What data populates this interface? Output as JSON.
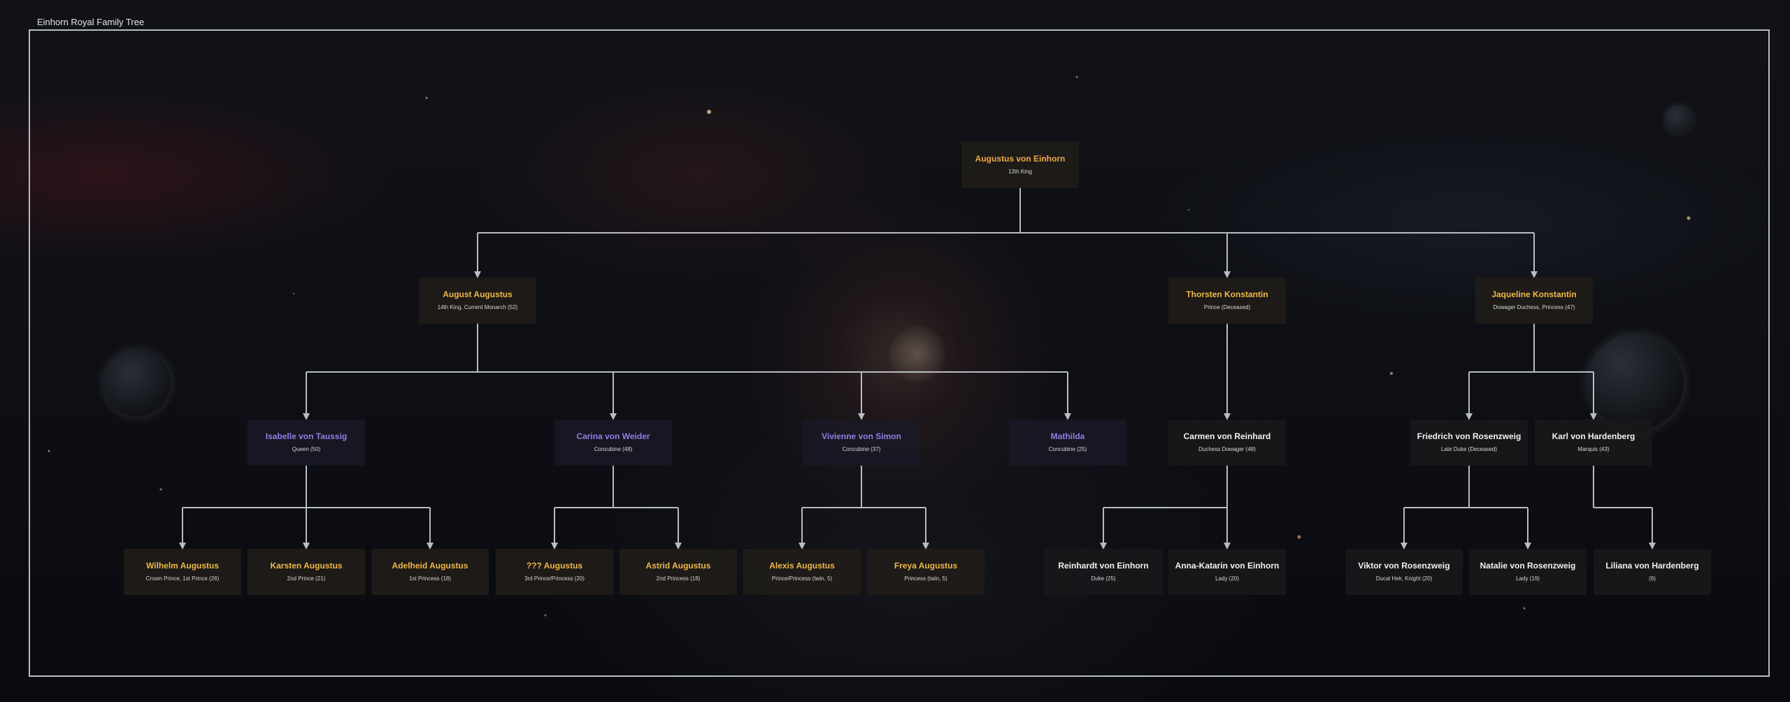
{
  "title": "Einhorn Royal Family Tree",
  "colors": {
    "royal": "#f0b84a",
    "consort": "#8f7fe6",
    "other": "#f2f2f2",
    "connector": "#b9bcc2",
    "frame": "#b9bcc2"
  },
  "nodes": [
    {
      "id": "augustus-von-einhorn",
      "name": "Augustus von Einhorn",
      "title": "13th King",
      "kind": "royal"
    },
    {
      "id": "august-augustus",
      "name": "August Augustus",
      "title": "14th King, Current Monarch (52)",
      "kind": "royal"
    },
    {
      "id": "thorsten-konstantin",
      "name": "Thorsten Konstantin",
      "title": "Prince (Deceased)",
      "kind": "royal"
    },
    {
      "id": "jaqueline-konstantin",
      "name": "Jaqueline Konstantin",
      "title": "Dowager Duchess, Princess (47)",
      "kind": "royal"
    },
    {
      "id": "isabelle-von-taussig",
      "name": "Isabelle von Taussig",
      "title": "Queen (50)",
      "kind": "consort"
    },
    {
      "id": "carina-von-weider",
      "name": "Carina von Weider",
      "title": "Concubine (48)",
      "kind": "consort"
    },
    {
      "id": "vivienne-von-simon",
      "name": "Vivienne von Simon",
      "title": "Concubine (37)",
      "kind": "consort"
    },
    {
      "id": "mathilda",
      "name": "Mathilda",
      "title": "Concubine (25)",
      "kind": "consort"
    },
    {
      "id": "carmen-von-reinhard",
      "name": "Carmen von Reinhard",
      "title": "Duchess Dowager (48)",
      "kind": "other"
    },
    {
      "id": "friedrich-von-rosenzweig",
      "name": "Friedrich von Rosenzweig",
      "title": "Late Duke (Deceased)",
      "kind": "other"
    },
    {
      "id": "karl-von-hardenberg",
      "name": "Karl von Hardenberg",
      "title": "Marquis (43)",
      "kind": "other"
    },
    {
      "id": "wilhelm-augustus",
      "name": "Wilhelm Augustus",
      "title": "Crown Prince, 1st Prince (26)",
      "kind": "royal"
    },
    {
      "id": "karsten-augustus",
      "name": "Karsten Augustus",
      "title": "2nd Prince (21)",
      "kind": "royal"
    },
    {
      "id": "adelheid-augustus",
      "name": "Adelheid Augustus",
      "title": "1st Princess (18)",
      "kind": "royal"
    },
    {
      "id": "unknown-augustus",
      "name": "??? Augustus",
      "title": "3rd Prince/Princess (20)",
      "kind": "royal"
    },
    {
      "id": "astrid-augustus",
      "name": "Astrid Augustus",
      "title": "2nd Princess (18)",
      "kind": "royal"
    },
    {
      "id": "alexis-augustus",
      "name": "Alexis Augustus",
      "title": "Prince/Princess (twin, 5)",
      "kind": "royal"
    },
    {
      "id": "freya-augustus",
      "name": "Freya Augustus",
      "title": "Princess (twin, 5)",
      "kind": "royal"
    },
    {
      "id": "reinhardt-von-einhorn",
      "name": "Reinhardt von Einhorn",
      "title": "Duke (25)",
      "kind": "other"
    },
    {
      "id": "anna-katarin-von-einhorn",
      "name": "Anna-Katarin von Einhorn",
      "title": "Lady (20)",
      "kind": "other"
    },
    {
      "id": "viktor-von-rosenzweig",
      "name": "Viktor von Rosenzweig",
      "title": "Ducal Heir, Knight (20)",
      "kind": "other"
    },
    {
      "id": "natalie-von-rosenzweig",
      "name": "Natalie von Rosenzweig",
      "title": "Lady (19)",
      "kind": "other"
    },
    {
      "id": "liliana-von-hardenberg",
      "name": "Liliana von Hardenberg",
      "title": "(9)",
      "kind": "other"
    }
  ],
  "edges": [
    {
      "from": "augustus-von-einhorn",
      "to": [
        "august-augustus",
        "thorsten-konstantin",
        "jaqueline-konstantin"
      ]
    },
    {
      "from": "august-augustus",
      "to": [
        "isabelle-von-taussig",
        "carina-von-weider",
        "vivienne-von-simon",
        "mathilda"
      ]
    },
    {
      "from": "thorsten-konstantin",
      "to": [
        "carmen-von-reinhard"
      ]
    },
    {
      "from": "jaqueline-konstantin",
      "to": [
        "friedrich-von-rosenzweig",
        "karl-von-hardenberg"
      ]
    },
    {
      "from": "isabelle-von-taussig",
      "to": [
        "wilhelm-augustus",
        "karsten-augustus",
        "adelheid-augustus"
      ]
    },
    {
      "from": "carina-von-weider",
      "to": [
        "unknown-augustus",
        "astrid-augustus"
      ]
    },
    {
      "from": "vivienne-von-simon",
      "to": [
        "alexis-augustus",
        "freya-augustus"
      ]
    },
    {
      "from": "carmen-von-reinhard",
      "to": [
        "reinhardt-von-einhorn",
        "anna-katarin-von-einhorn"
      ]
    },
    {
      "from": "friedrich-von-rosenzweig",
      "to": [
        "viktor-von-rosenzweig",
        "natalie-von-rosenzweig"
      ]
    },
    {
      "from": "karl-von-hardenberg",
      "to": [
        "liliana-von-hardenberg"
      ]
    }
  ]
}
